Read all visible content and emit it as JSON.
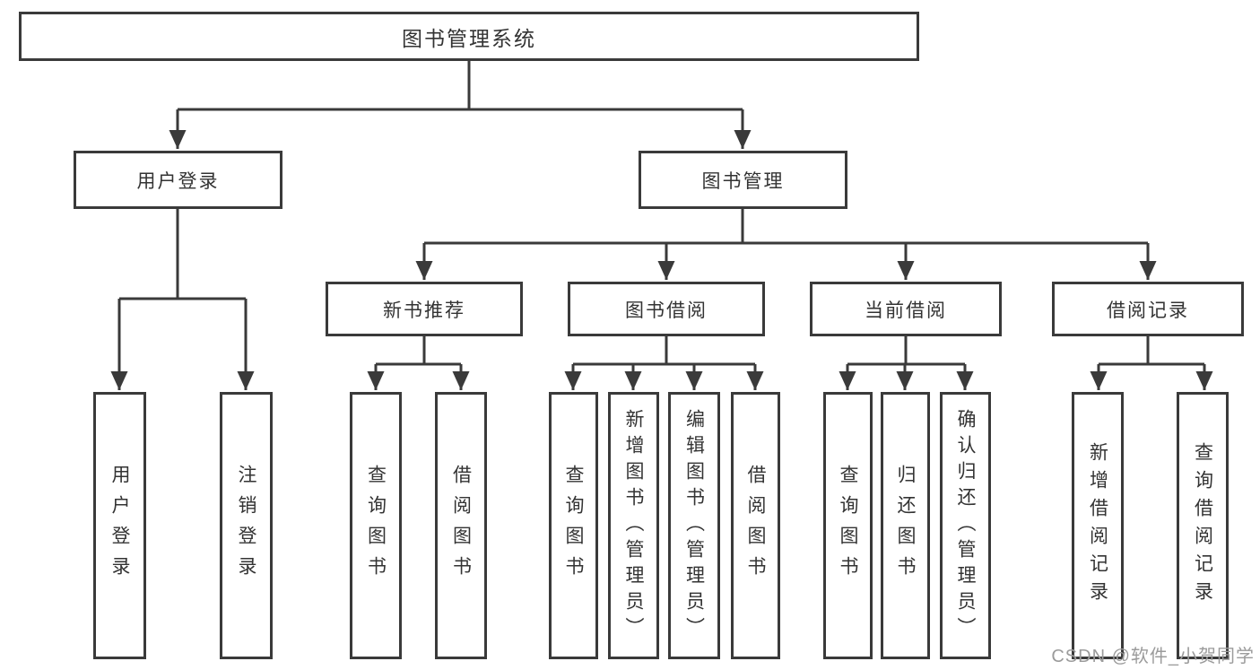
{
  "diagram": {
    "title": "图书管理系统",
    "level2": {
      "user_login": "用户登录",
      "book_management": "图书管理"
    },
    "level3": {
      "new_books": "新书推荐",
      "book_borrow": "图书借阅",
      "current_borrow": "当前借阅",
      "borrow_records": "借阅记录"
    },
    "level4": {
      "user_login_children": [
        "用户登录",
        "注销登录"
      ],
      "new_books_children": [
        "查询图书",
        "借阅图书"
      ],
      "book_borrow_children": [
        "查询图书",
        "新增图书（管理员）",
        "编辑图书（管理员）",
        "借阅图书"
      ],
      "current_borrow_children": [
        "查询图书",
        "归还图书",
        "确认归还（管理员）"
      ],
      "borrow_records_children": [
        "新增借阅记录",
        "查询借阅记录"
      ]
    }
  },
  "watermark": "CSDN @软件_小贺同学",
  "colors": {
    "line": "#3a3a3a",
    "text": "#333333",
    "background": "#ffffff",
    "watermark": "#9b9b9b"
  }
}
